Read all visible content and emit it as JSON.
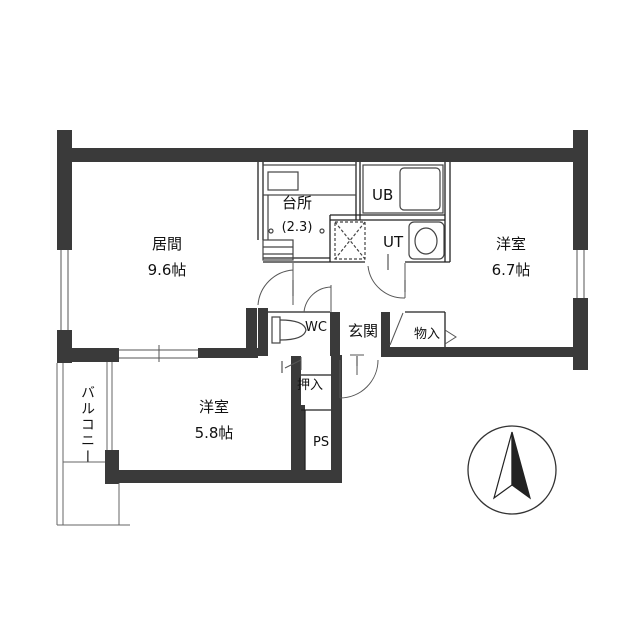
{
  "rooms": {
    "living": {
      "name": "居間",
      "size": "9.6帖"
    },
    "kitchen": {
      "name": "台所",
      "size": "(2.3)"
    },
    "bath": {
      "name": "UB"
    },
    "washroom": {
      "name": "UT"
    },
    "bedroom_east": {
      "name": "洋室",
      "size": "6.7帖"
    },
    "bedroom_south": {
      "name": "洋室",
      "size": "5.8帖"
    },
    "toilet": {
      "name": "WC"
    },
    "entrance": {
      "name": "玄関"
    },
    "storage": {
      "name": "物入"
    },
    "closet": {
      "name": "押入"
    },
    "pipe_space": {
      "name": "PS"
    },
    "balcony": {
      "name": "バルコニー"
    }
  },
  "compass": {
    "icon": "north-arrow-icon"
  }
}
